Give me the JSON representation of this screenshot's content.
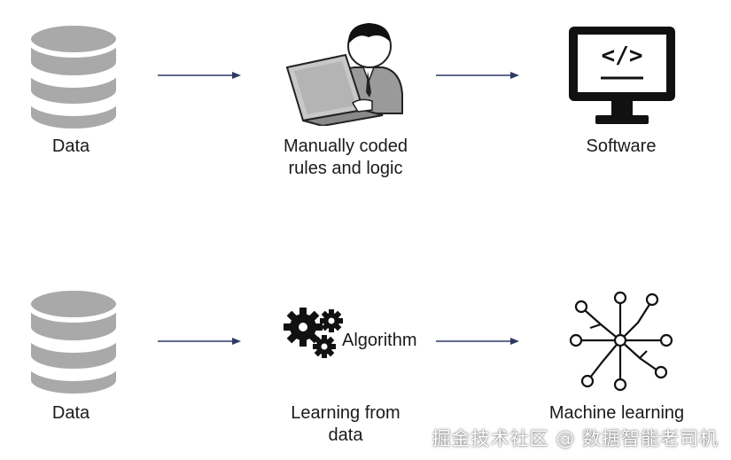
{
  "colors": {
    "db_fill": "#a9a9a9",
    "db_stroke": "#ffffff",
    "arrow": "#2d3a66",
    "text": "#1a1a1a",
    "icon_dark": "#111111"
  },
  "row_traditional": {
    "data_label": "Data",
    "rules_label_line1": "Manually coded",
    "rules_label_line2": "rules and logic",
    "software_label": "Software",
    "software_code_glyph": "</>"
  },
  "row_ml": {
    "data_label": "Data",
    "algorithm_label": "Algorithm",
    "learning_label_line1": "Learning from",
    "learning_label_line2": "data",
    "ml_label": "Machine learning"
  },
  "icons": {
    "database": "database-icon",
    "programmer": "programmer-laptop-icon",
    "monitor": "monitor-code-icon",
    "gears": "gears-icon",
    "network": "neural-network-icon"
  },
  "watermark": "掘金技术社区 @ 数据智能老司机"
}
